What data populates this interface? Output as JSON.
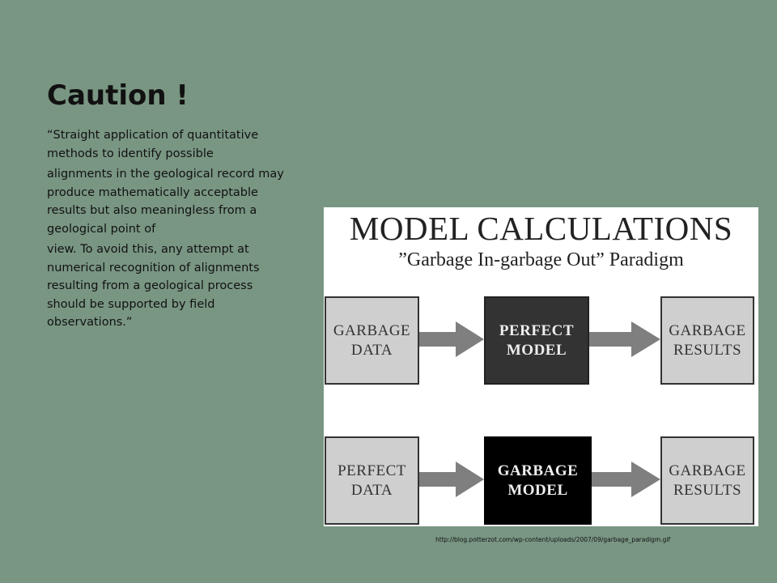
{
  "slide": {
    "title": "Caution !",
    "quote_paragraphs": [
      "“Straight application of quantitative methods to identify possible",
      "alignments in the geological record may produce mathematically acceptable results but also meaningless from a geological point of",
      "view. To avoid this, any attempt at numerical recognition of alignments resulting from a geological process should be supported by field observations.”"
    ],
    "source_url": "http://blog.potterzot.com/wp-content/uploads/2007/09/garbage_paradigm.gif"
  },
  "figure": {
    "title": "MODEL CALCULATIONS",
    "subtitle": "”Garbage In-garbage Out” Paradigm",
    "row1": {
      "input": "GARBAGE\nDATA",
      "model": "PERFECT\nMODEL",
      "output": "GARBAGE\nRESULTS"
    },
    "row2": {
      "input": "PERFECT\nDATA",
      "model": "GARBAGE\nMODEL",
      "output": "GARBAGE\nRESULTS"
    },
    "colors": {
      "light_box": "#cfcfcf",
      "dark_box": "#333333",
      "black_box": "#000000",
      "arrow": "#7f7f7f",
      "background": "#799683"
    }
  }
}
